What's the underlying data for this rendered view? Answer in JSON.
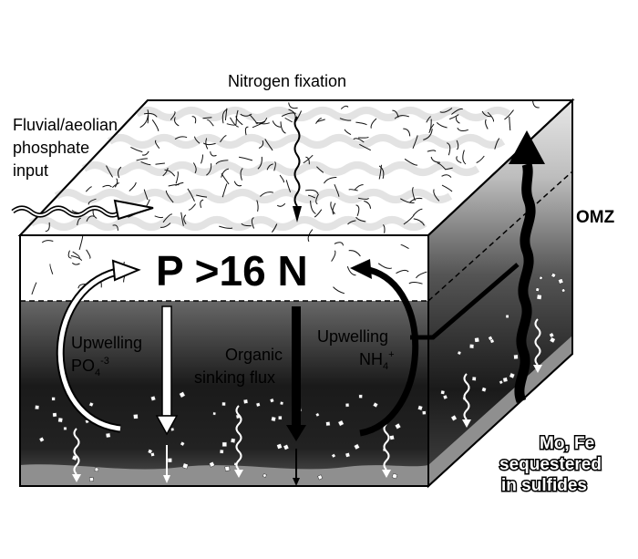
{
  "labels": {
    "nitrogen_fixation": "Nitrogen fixation",
    "fluvial_line1": "Fluvial/aeolian",
    "fluvial_line2": "phosphate",
    "fluvial_line3": "input",
    "ratio_main": "P >16 N",
    "omz": "OMZ",
    "upwelling_po4_title": "Upwelling",
    "upwelling_po4_formula": "PO",
    "upwelling_po4_sub": "4",
    "upwelling_po4_sup": "-3",
    "organic_line1": "Organic",
    "organic_line2": "sinking flux",
    "upwelling_nh4_title": "Upwelling",
    "upwelling_nh4_formula": "NH",
    "upwelling_nh4_sub": "4",
    "upwelling_nh4_sup": "+",
    "sulfides_line1": "Mo, Fe",
    "sulfides_line2": "sequestered",
    "sulfides_line3": "in sulfides"
  },
  "colors": {
    "surface_water": "#ffffff",
    "deep_water_dark": "#111111",
    "deep_water_mid": "#8a8a8a",
    "sediment": "#8f8f8f",
    "outline": "#000000"
  },
  "icons": {
    "cyanobacteria": "squiggle-filaments",
    "particles": "small-white-squares",
    "sulfide_flux": "white-wavy-down-arrows"
  }
}
